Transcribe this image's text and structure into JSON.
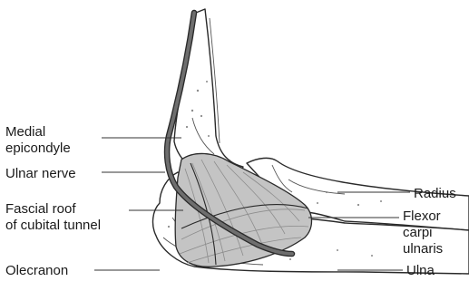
{
  "labels": {
    "medial_epicondyle": [
      "Medial",
      "epicondyle"
    ],
    "ulnar_nerve": "Ulnar nerve",
    "fascial_roof": [
      "Fascial roof",
      "of cubital tunnel"
    ],
    "olecranon": "Olecranon",
    "radius": "Radius",
    "flexor_carpi_ulnaris": [
      "Flexor",
      "carpi",
      "ulnaris"
    ],
    "ulna": "Ulna"
  },
  "colors": {
    "muscle_fill": "#c4c4c4",
    "nerve": "#4a4a4a",
    "outline": "#2a2a2a",
    "text": "#1a1a1a"
  }
}
